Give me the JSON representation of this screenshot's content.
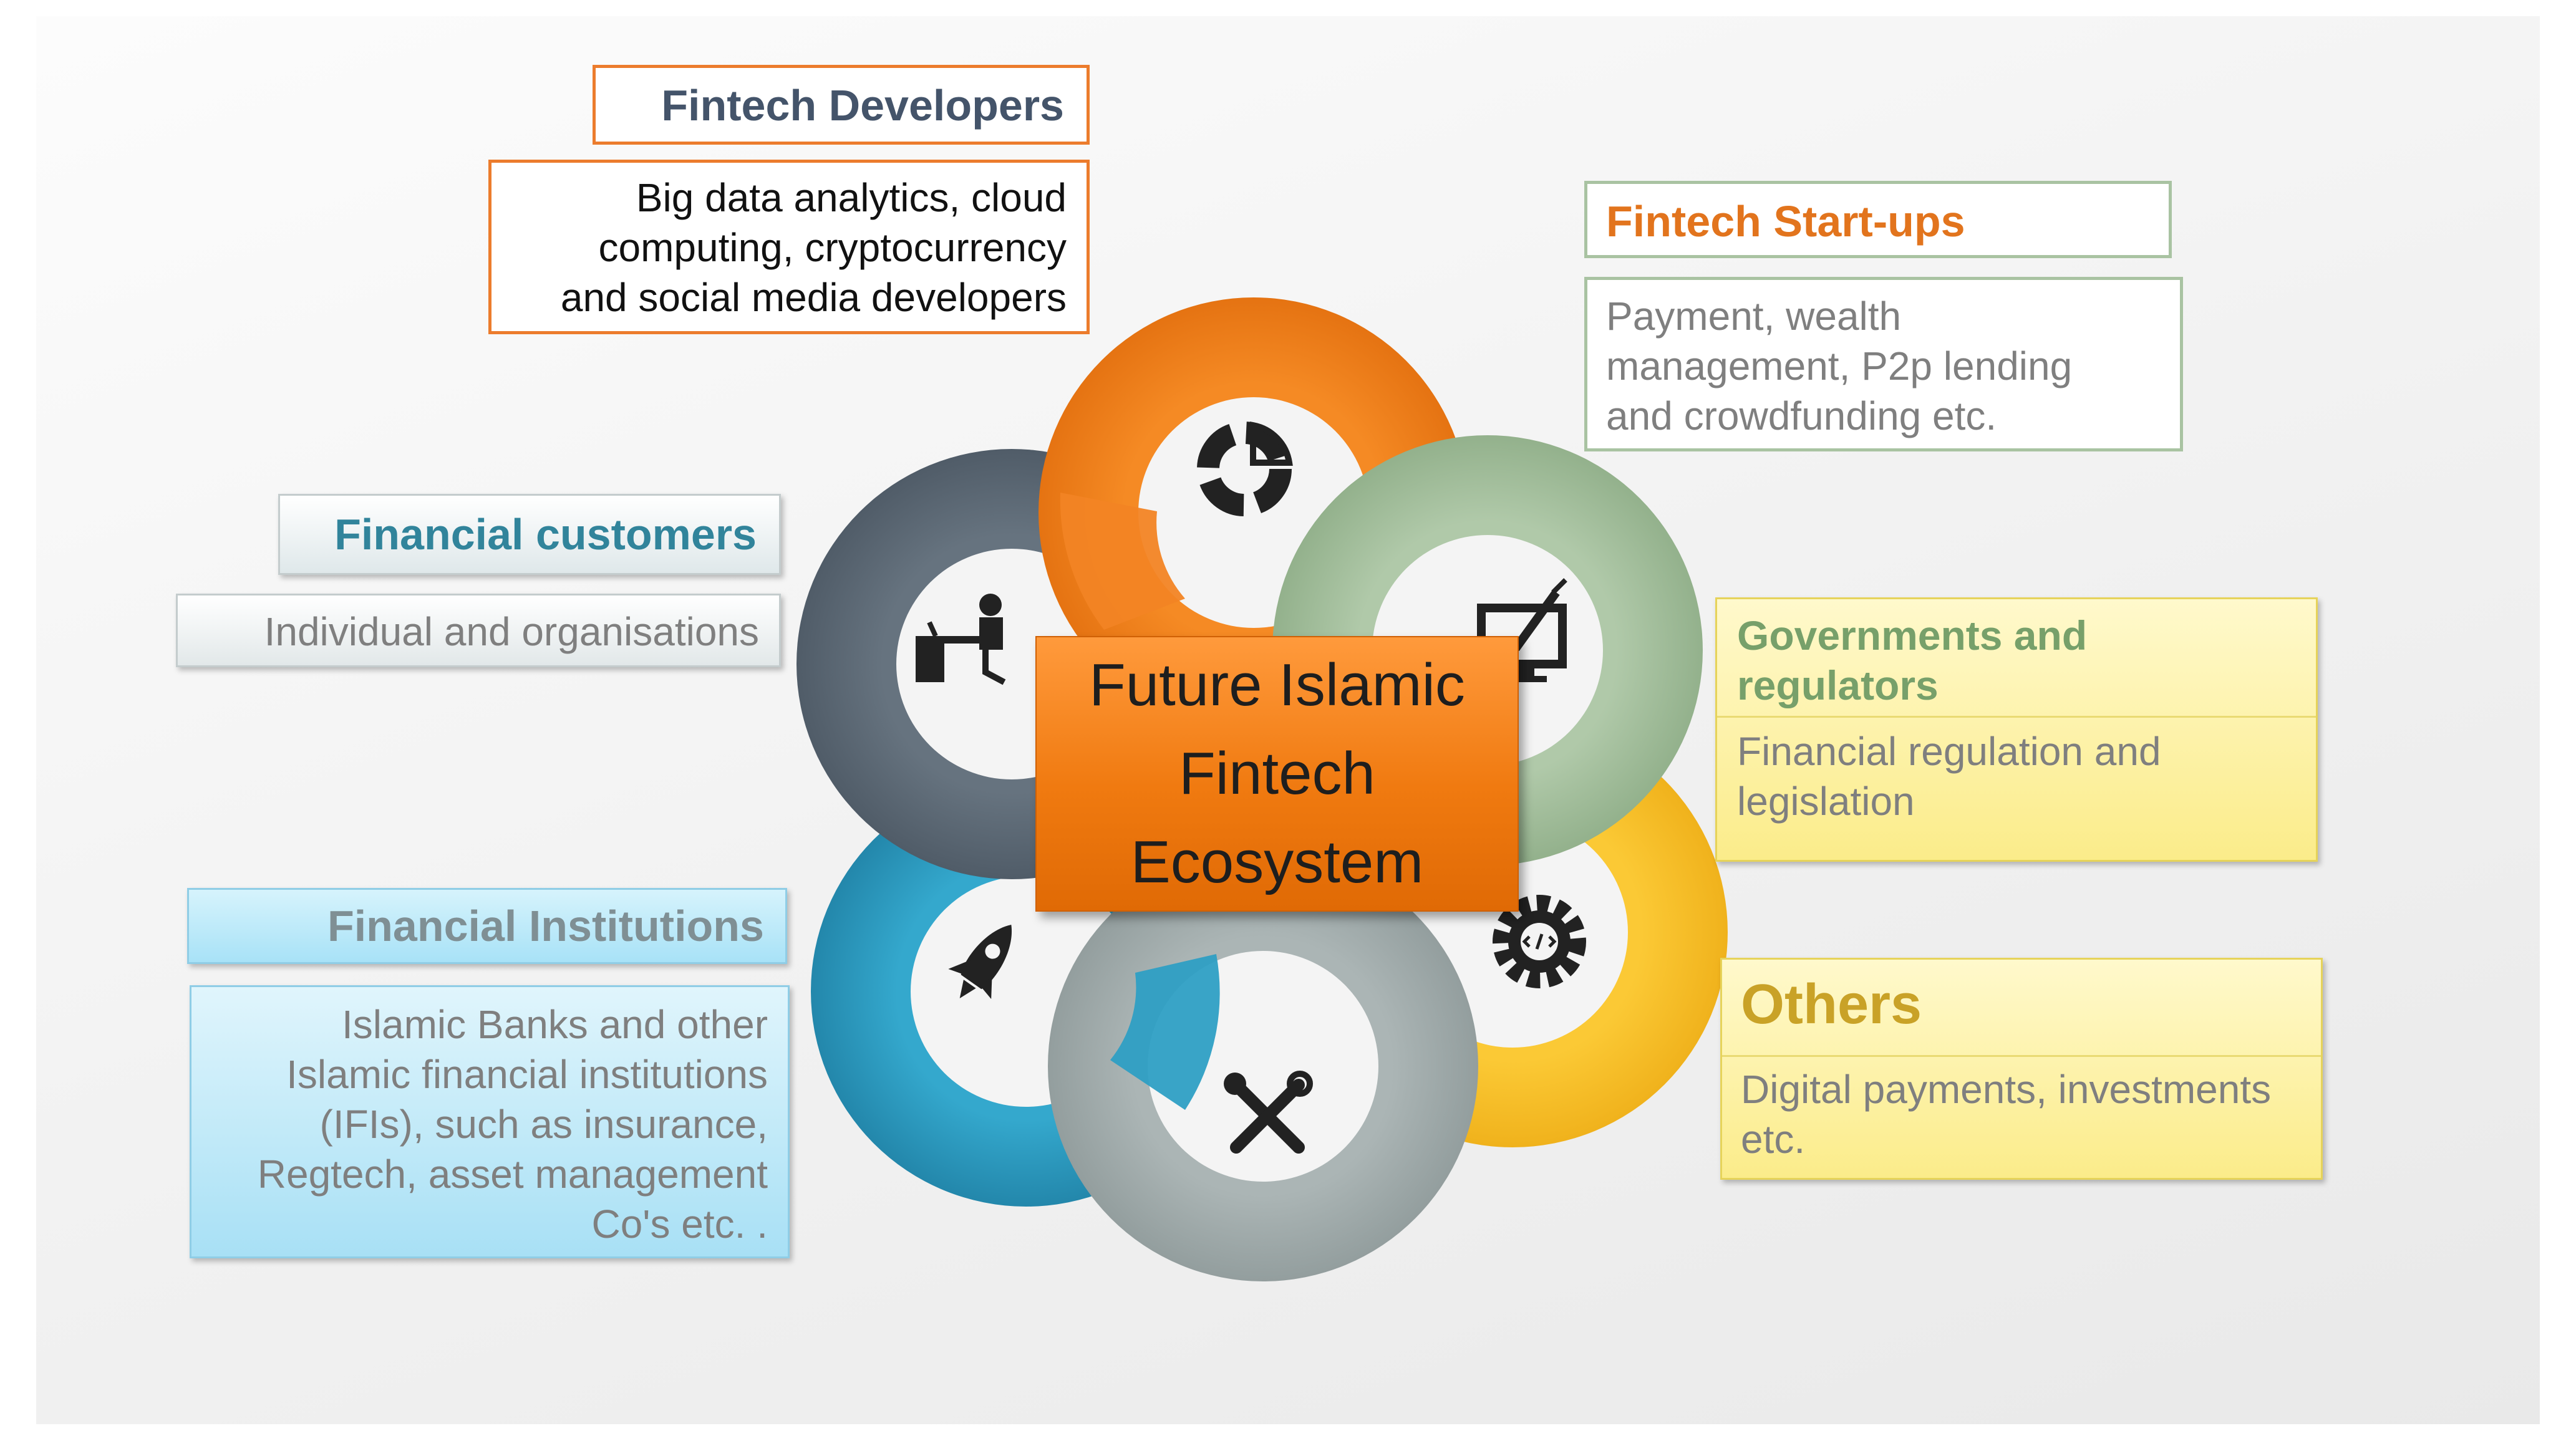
{
  "center_label": "Future Islamic\nFintech\nEcosystem",
  "segments": {
    "fintech_developers": {
      "title": "Fintech Developers",
      "desc": "Big data analytics, cloud\ncomputing, cryptocurrency\nand social media developers"
    },
    "fintech_startups": {
      "title": "Fintech Start-ups",
      "desc": "Payment, wealth\nmanagement, P2p lending\nand crowdfunding etc."
    },
    "financial_customers": {
      "title": "Financial customers",
      "desc": "Individual and organisations"
    },
    "governments": {
      "title": "Governments and\nregulators",
      "desc": "Financial regulation and\nlegislation"
    },
    "financial_institutions": {
      "title": "Financial Institutions",
      "desc": "Islamic Banks and other\nIslamic financial institutions\n(IFIs), such as insurance,\nRegtech, asset management\nCo's etc. ."
    },
    "others": {
      "title": "Others",
      "desc": "Digital payments, investments\netc."
    }
  },
  "icons": [
    "pie-chart-icon",
    "monitor-pen-icon",
    "gear-code-icon",
    "tools-icon",
    "rocket-icon",
    "desk-worker-icon"
  ],
  "colors": {
    "orange": "#f0821e",
    "sage": "#a9c3a2",
    "yellow": "#f8c22e",
    "gray": "#a4aeae",
    "blue": "#2e9fc4",
    "slate": "#5d6b78",
    "center": "#f07a10"
  }
}
